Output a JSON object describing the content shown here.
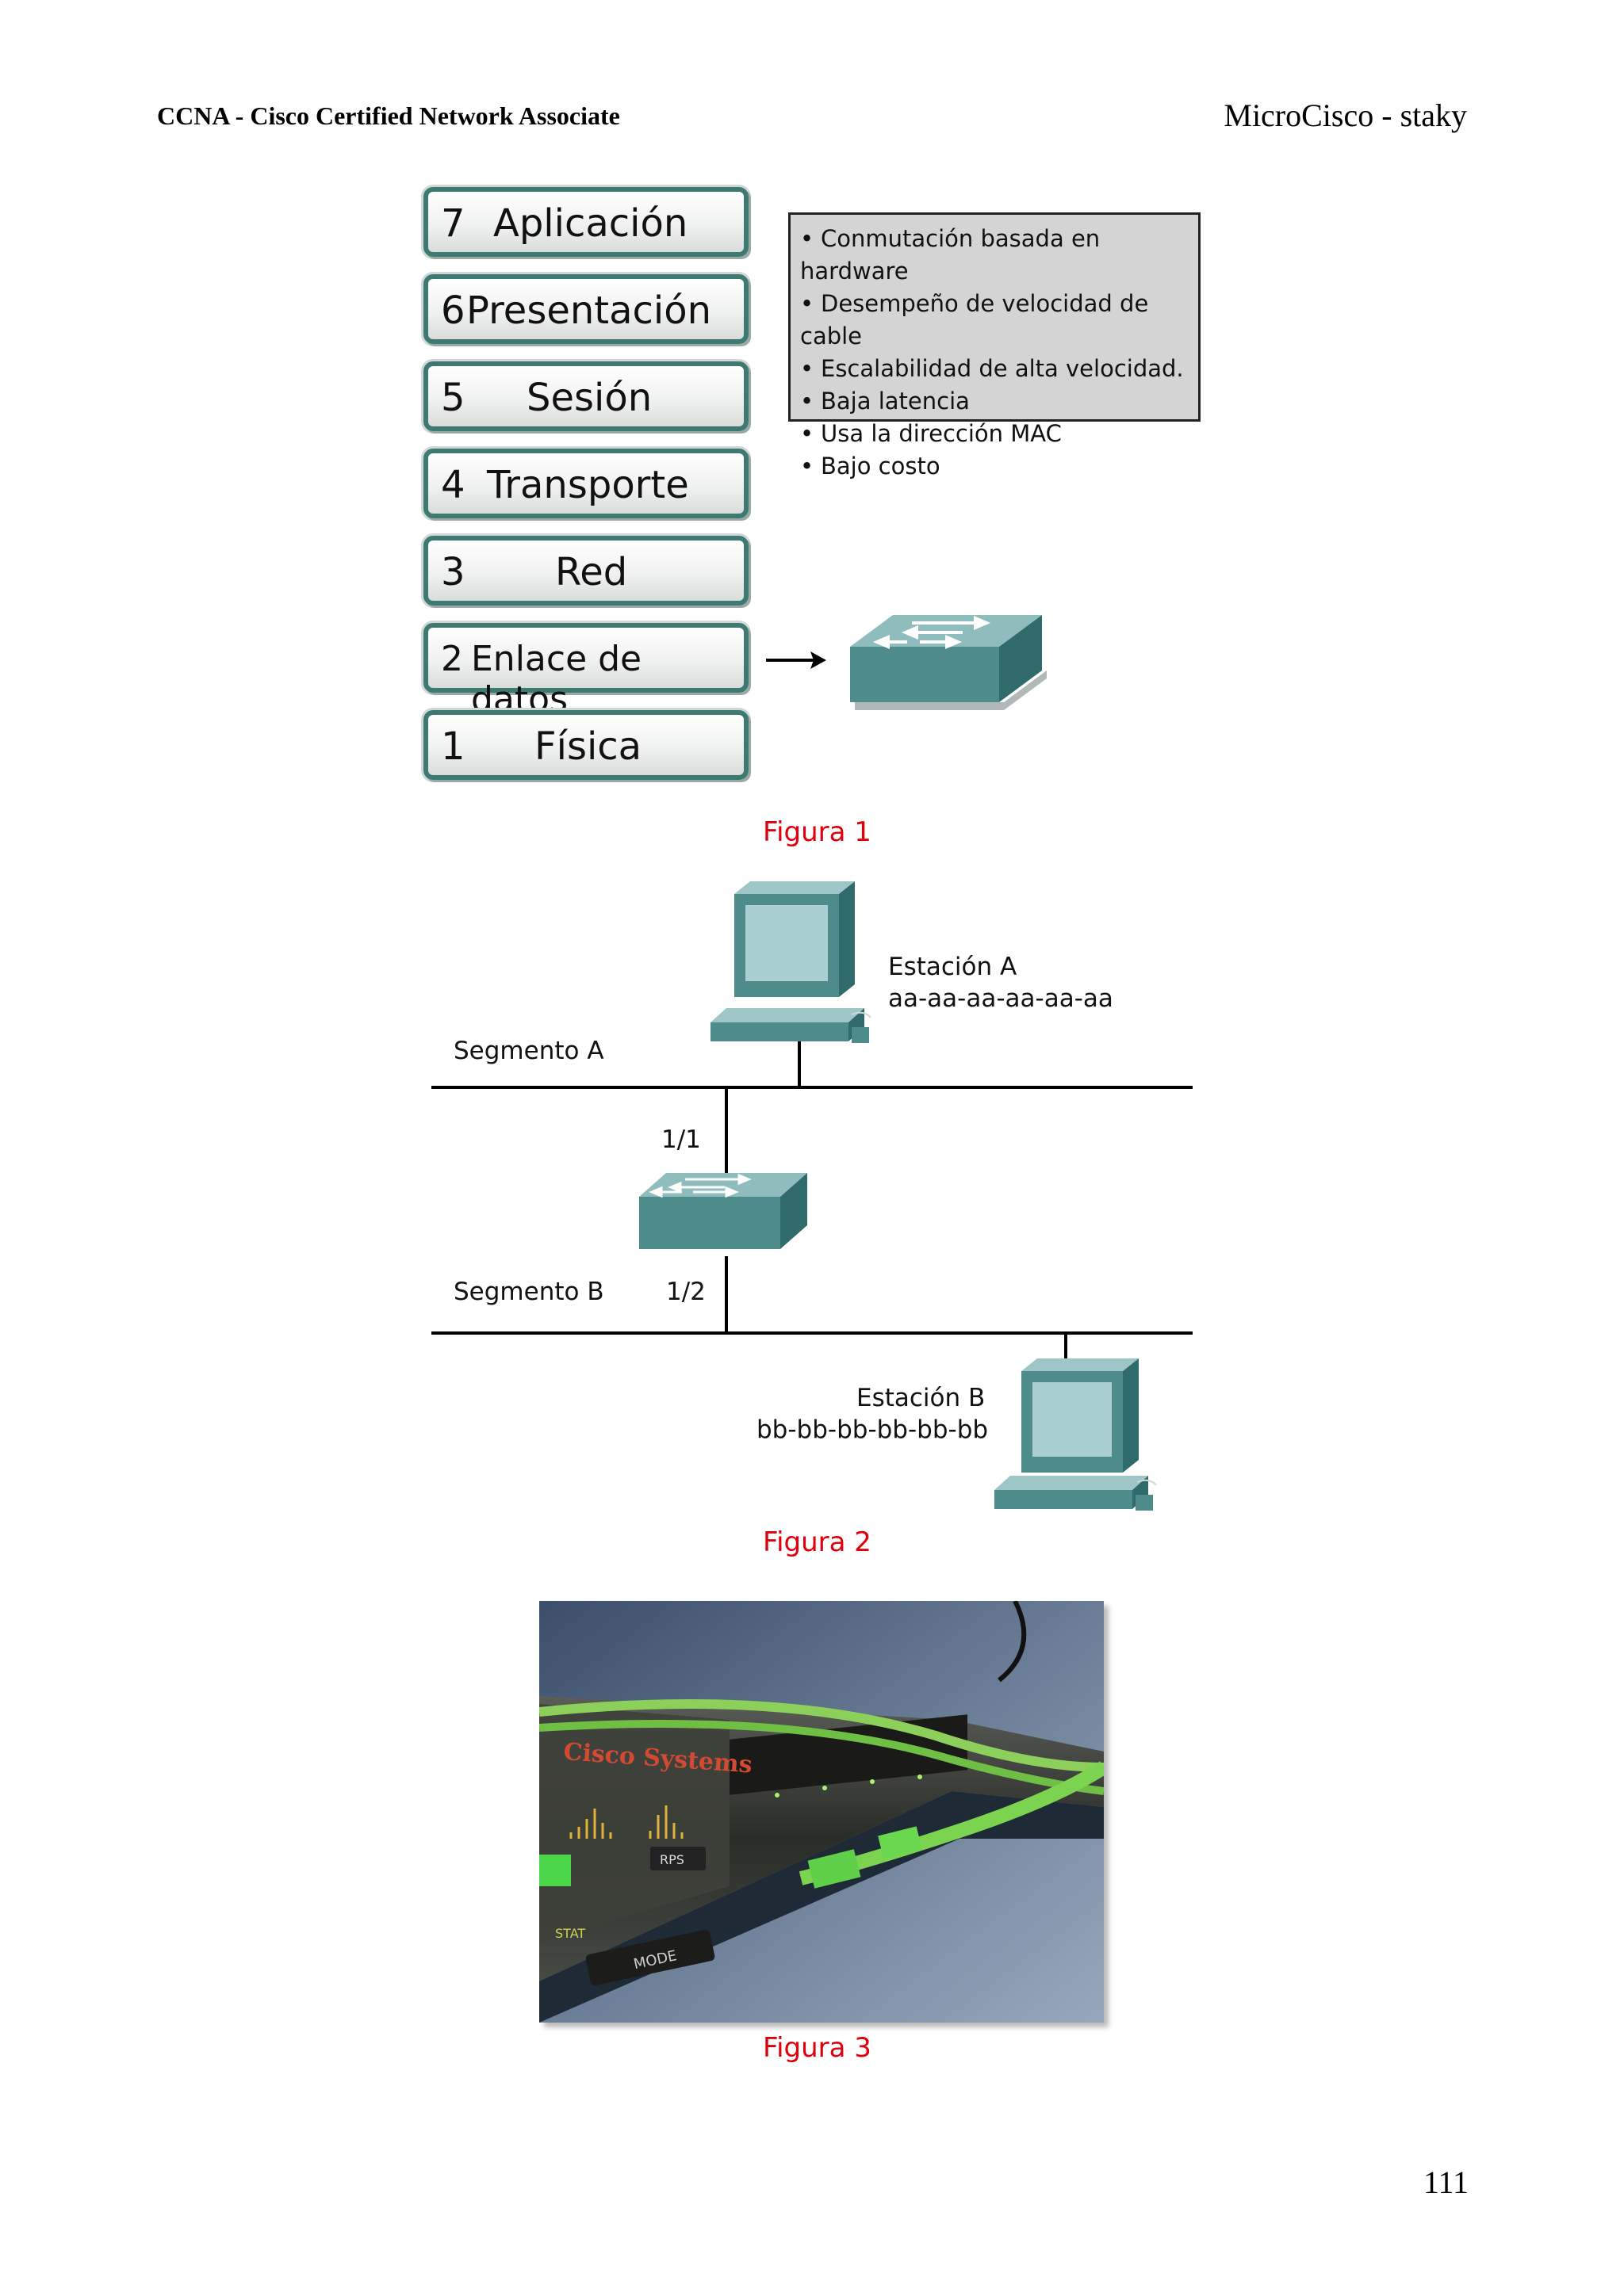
{
  "header": {
    "left": "CCNA - Cisco Certified Network Associate",
    "right": "MicroCisco - staky"
  },
  "figure1": {
    "layers": [
      {
        "num": "7",
        "name": "Aplicación"
      },
      {
        "num": "6",
        "name": "Presentación"
      },
      {
        "num": "5",
        "name": "Sesión"
      },
      {
        "num": "4",
        "name": "Transporte"
      },
      {
        "num": "3",
        "name": "Red"
      },
      {
        "num": "2",
        "name": "Enlace de datos"
      },
      {
        "num": "1",
        "name": "Física"
      }
    ],
    "properties": [
      "Conmutación basada en hardware",
      "Desempeño de velocidad de cable",
      "Escalabilidad de alta velocidad.",
      "Baja latencia",
      "Usa la dirección MAC",
      "Bajo costo"
    ],
    "caption": "Figura 1"
  },
  "figure2": {
    "station_a_name": "Estación A",
    "station_a_mac": "aa-aa-aa-aa-aa-aa",
    "segment_a": "Segmento A",
    "port_1": "1/1",
    "segment_b": "Segmento B",
    "port_2": "1/2",
    "station_b_name": "Estación B",
    "station_b_mac": "bb-bb-bb-bb-bb-bb",
    "caption": "Figura 2"
  },
  "figure3": {
    "brand": "Cisco Systems",
    "rps_label": "RPS",
    "stat_label": "STAT",
    "mode_label": "MODE",
    "caption": "Figura 3"
  },
  "page_number": "111"
}
